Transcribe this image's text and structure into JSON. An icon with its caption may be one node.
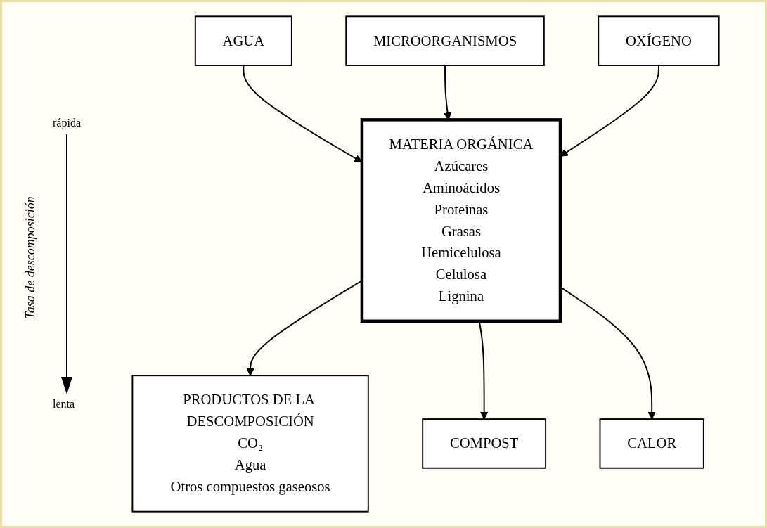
{
  "diagram": {
    "nodes": [
      {
        "text": [
          "AGUA"
        ]
      },
      {
        "text": [
          "MICROORGANISMOS"
        ]
      },
      {
        "text": [
          "OXÍGENO"
        ]
      },
      {
        "text": [
          "MATERIA ORGÁNICA",
          "Azúcares",
          "Aminoácidos",
          "Proteínas",
          "Grasas",
          "Hemicelulosa",
          "Celulosa",
          "Lignina"
        ]
      },
      {
        "text": [
          "PRODUCTOS DE LA DESCOMPOSICIÓN",
          "CO₂",
          "Agua",
          "Otros compuestos gaseosos"
        ]
      },
      {
        "text": [
          "COMPOST"
        ]
      },
      {
        "text": [
          "CALOR"
        ]
      }
    ],
    "edges": [
      {
        "from": 0,
        "to": 3,
        "arrow": "to"
      },
      {
        "from": 1,
        "to": 3,
        "arrow": "to"
      },
      {
        "from": 2,
        "to": 3,
        "arrow": "to"
      },
      {
        "from": 3,
        "to": 4,
        "arrow": "to"
      },
      {
        "from": 3,
        "to": 5,
        "arrow": "to"
      },
      {
        "from": 3,
        "to": 6,
        "arrow": "to"
      }
    ],
    "labels": [
      "rápida",
      "Tasa de descomposición",
      "lenta"
    ]
  }
}
